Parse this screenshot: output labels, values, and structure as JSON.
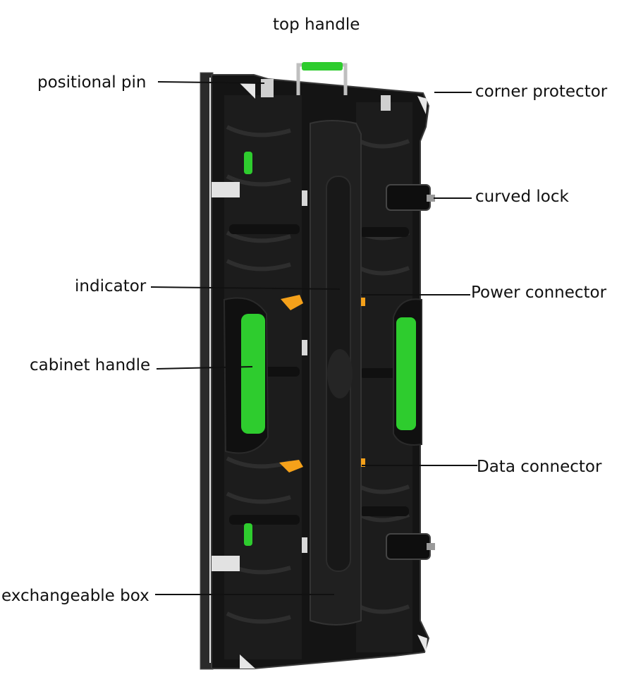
{
  "labels": {
    "top_handle": "top handle",
    "positional_pin": "positional pin",
    "corner_protector": "corner protector",
    "curved_lock": "curved lock",
    "indicator": "indicator",
    "power_connector": "Power connector",
    "cabinet_handle": "cabinet handle",
    "data_connector": "Data connector",
    "exchangeable_box": "exchangeable box"
  },
  "colors": {
    "background": "#ffffff",
    "cabinet_body": "#141414",
    "cabinet_shade": "#232323",
    "frame_edge": "#3a3a3a",
    "handle_green": "#2ecc2e",
    "connector_orange": "#f5a11a",
    "leader_line": "#111111"
  }
}
